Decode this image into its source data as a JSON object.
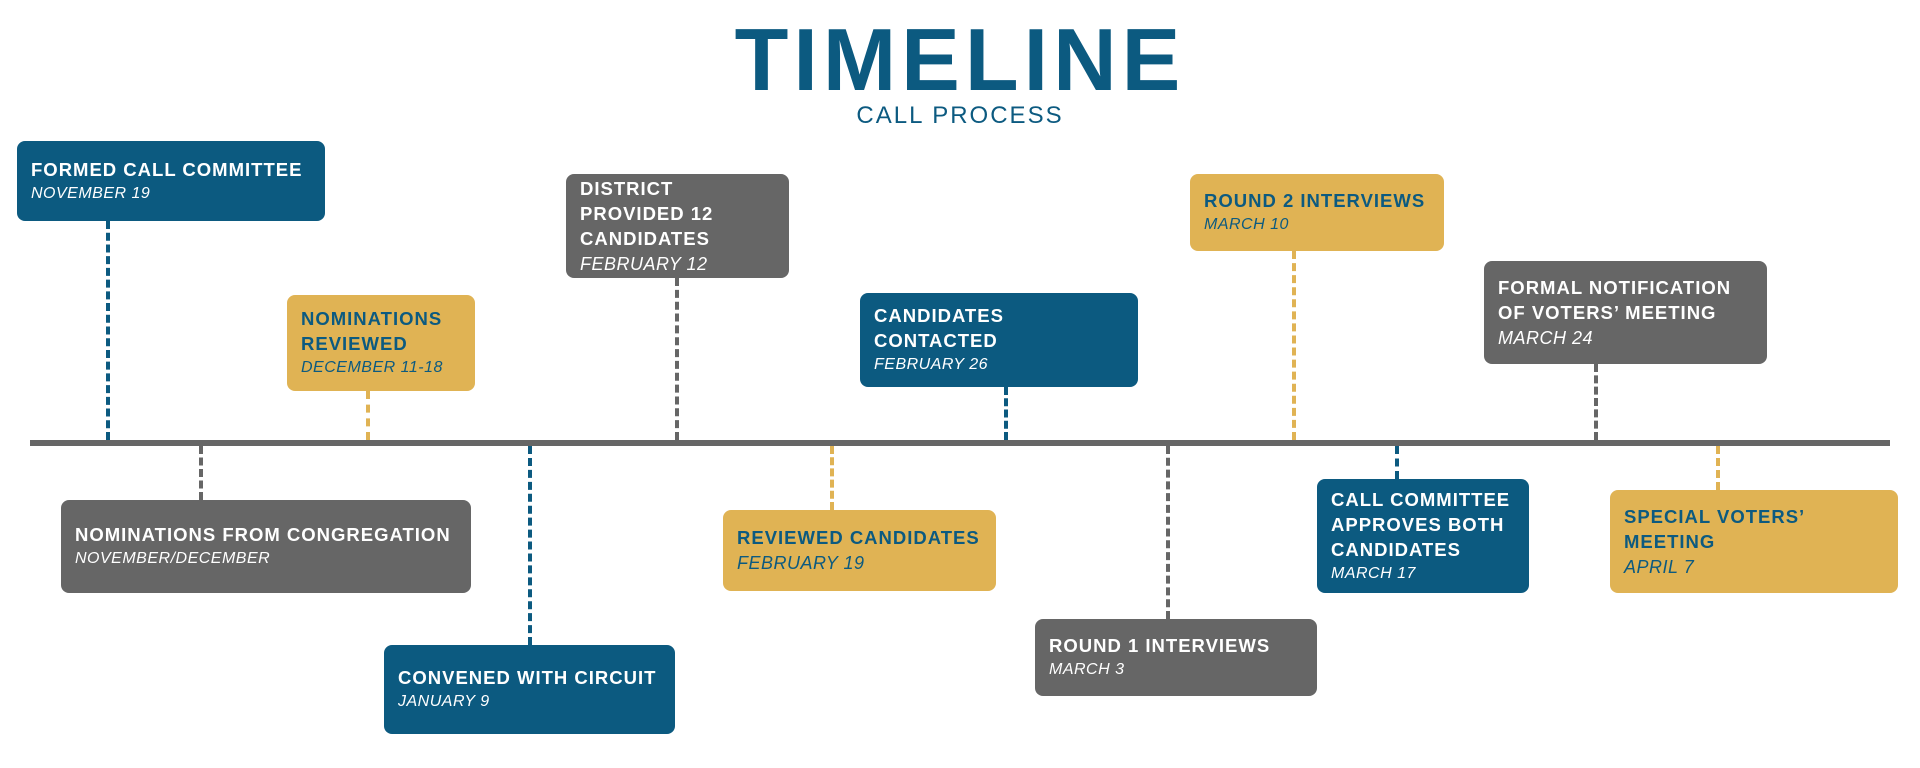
{
  "header": {
    "title": "TIMELINE",
    "subtitle": "CALL PROCESS"
  },
  "colors": {
    "blue": "#0c5a80",
    "gold": "#e0b354",
    "gray": "#666666",
    "white": "#ffffff"
  },
  "events": [
    {
      "title": "FORMED CALL COMMITTEE",
      "date": "NOVEMBER 19",
      "color": "blue",
      "side": "above"
    },
    {
      "title": "NOMINATIONS FROM CONGREGATION",
      "date": "NOVEMBER/DECEMBER",
      "color": "gray",
      "side": "below"
    },
    {
      "title": "NOMINATIONS REVIEWED",
      "date": "DECEMBER 11-18",
      "color": "gold",
      "side": "above"
    },
    {
      "title": "CONVENED WITH CIRCUIT",
      "date": "JANUARY 9",
      "color": "blue",
      "side": "below"
    },
    {
      "title": "DISTRICT PROVIDED 12 CANDIDATES",
      "date": "FEBRUARY 12",
      "color": "gray",
      "side": "above"
    },
    {
      "title": "REVIEWED CANDIDATES",
      "date": "FEBRUARY 19",
      "color": "gold",
      "side": "below"
    },
    {
      "title": "CANDIDATES CONTACTED",
      "date": "FEBRUARY 26",
      "color": "blue",
      "side": "above"
    },
    {
      "title": "ROUND 1 INTERVIEWS",
      "date": "MARCH 3",
      "color": "gray",
      "side": "below"
    },
    {
      "title": "ROUND 2 INTERVIEWS",
      "date": "MARCH 10",
      "color": "gold",
      "side": "above"
    },
    {
      "title": "CALL COMMITTEE APPROVES BOTH CANDIDATES",
      "date": "MARCH 17",
      "color": "blue",
      "side": "below"
    },
    {
      "title": "FORMAL NOTIFICATION OF VOTERS’ MEETING",
      "date": "MARCH 24",
      "color": "gray",
      "side": "above"
    },
    {
      "title": "SPECIAL VOTERS’ MEETING",
      "date": "APRIL 7",
      "color": "gold",
      "side": "below"
    }
  ]
}
